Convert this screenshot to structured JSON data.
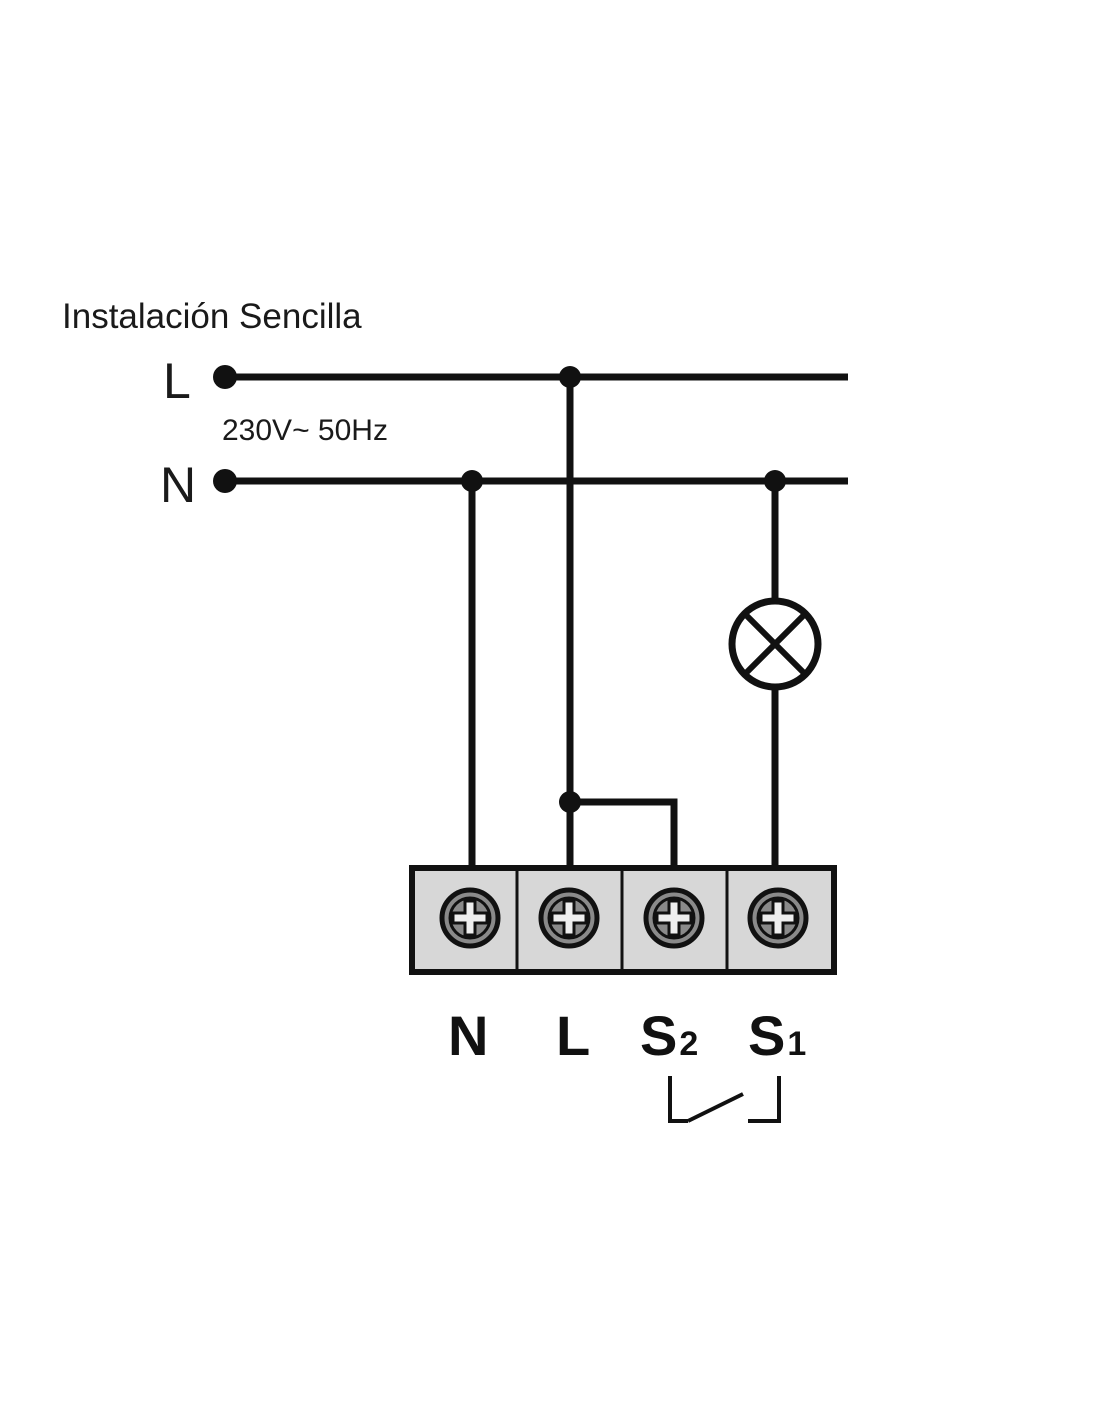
{
  "title": "Instalación Sencilla",
  "supply": {
    "line_label": "L",
    "neutral_label": "N",
    "rating": "230V~ 50Hz"
  },
  "terminals": [
    {
      "label": "N",
      "sub": ""
    },
    {
      "label": "L",
      "sub": ""
    },
    {
      "label": "S",
      "sub": "2"
    },
    {
      "label": "S",
      "sub": "1"
    }
  ],
  "components": {
    "lamp": "lamp-icon",
    "switch": "pushbutton-switch-symbol",
    "screw": "screw-terminal-icon"
  },
  "colors": {
    "wire": "#111111",
    "terminal_block_fill": "#d7d7d7",
    "screw_fill": "#8a8a8a"
  }
}
